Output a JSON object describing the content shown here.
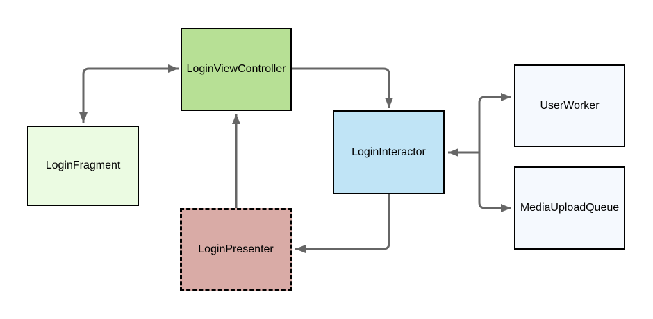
{
  "diagram": {
    "background": "#ffffff",
    "connector_color": "#666666",
    "node_border_color": "#000000",
    "nodes": [
      {
        "id": "login-fragment",
        "label": "LoginFragment",
        "fill": "#ebfbe2",
        "border_style": "solid"
      },
      {
        "id": "login-view-controller",
        "label": "LoginViewController",
        "fill": "#b7e095",
        "border_style": "solid"
      },
      {
        "id": "login-interactor",
        "label": "LoginInteractor",
        "fill": "#c0e4f6",
        "border_style": "solid"
      },
      {
        "id": "login-presenter",
        "label": "LoginPresenter",
        "fill": "#d9aba6",
        "border_style": "dashed"
      },
      {
        "id": "user-worker",
        "label": "UserWorker",
        "fill": "#f5f9fe",
        "border_style": "solid"
      },
      {
        "id": "media-upload-queue",
        "label": "MediaUploadQueue",
        "fill": "#f5f9fe",
        "border_style": "solid"
      }
    ],
    "edges": [
      {
        "from": "LoginViewController",
        "to": "LoginFragment",
        "arrowheads": "both"
      },
      {
        "from": "LoginViewController",
        "to": "LoginInteractor",
        "arrowheads": "end"
      },
      {
        "from": "LoginInteractor",
        "to": "LoginPresenter",
        "arrowheads": "end"
      },
      {
        "from": "LoginPresenter",
        "to": "LoginViewController",
        "arrowheads": "end"
      },
      {
        "from": "LoginInteractor",
        "to": "UserWorker",
        "arrowheads": "both"
      },
      {
        "from": "LoginInteractor",
        "to": "MediaUploadQueue",
        "arrowheads": "both"
      }
    ]
  }
}
